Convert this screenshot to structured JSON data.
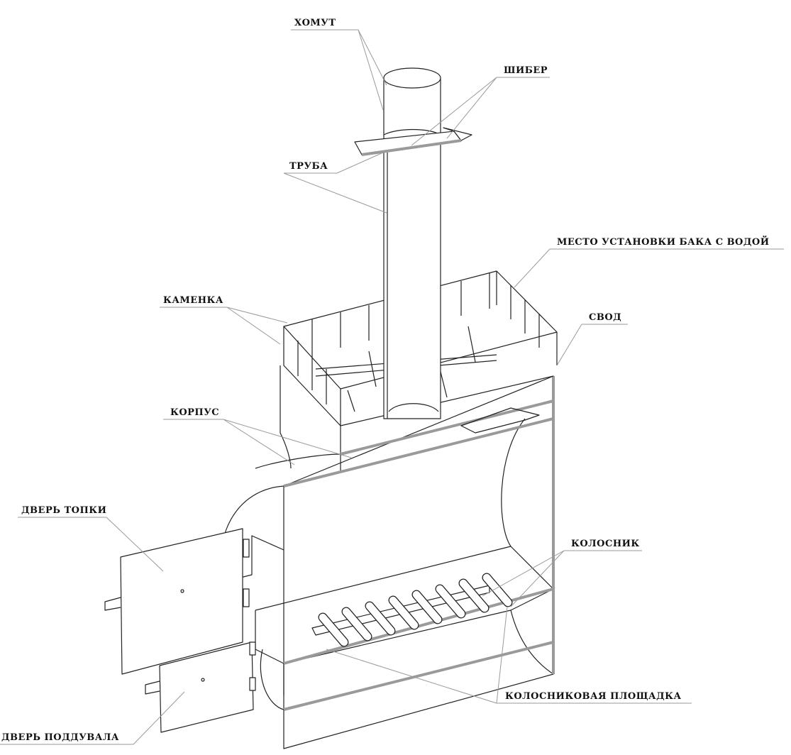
{
  "labels": {
    "khomut": "ХОМУТ",
    "shiber": "ШИБЕР",
    "truba": "ТРУБА",
    "mesto_baka": "МЕСТО УСТАНОВКИ БАКА С ВОДОЙ",
    "kamenka": "КАМЕНКА",
    "svod": "СВОД",
    "korpus": "КОРПУС",
    "dver_topki": "ДВЕРЬ ТОПКИ",
    "kolosnik": "КОЛОСНИК",
    "kolosnikovaya_ploshchadka": "КОЛОСНИКОВАЯ ПЛОЩАДКА",
    "dver_podduvala": "ДВЕРЬ ПОДДУВАЛА"
  }
}
